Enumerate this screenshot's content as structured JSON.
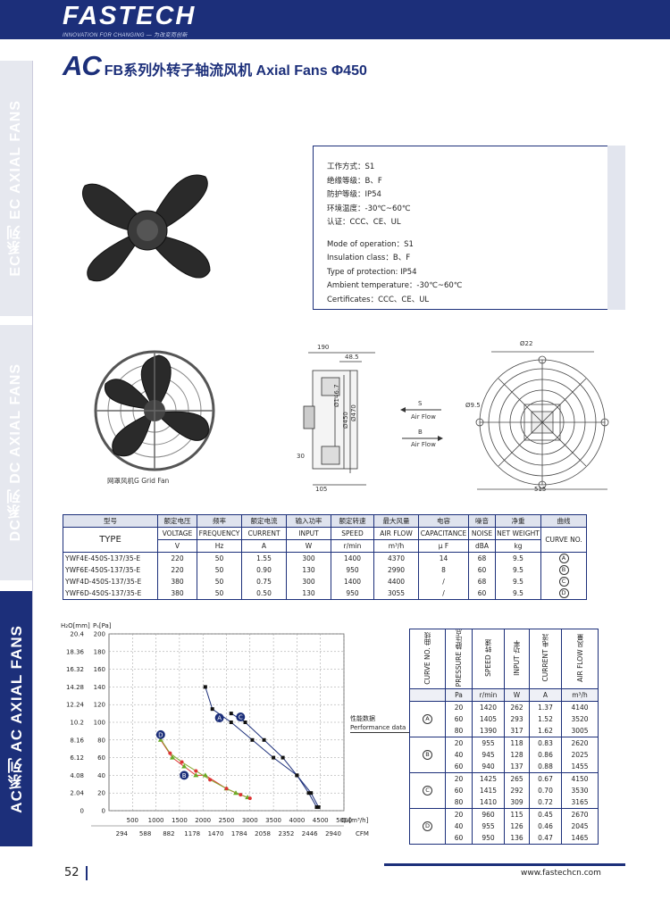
{
  "header": {
    "logo": "FASTECH",
    "slogan": "INNOVATION FOR CHANGING  — 为改变而创新",
    "title_ac": "AC",
    "title_rest": "FB系列外转子轴流风机 Axial Fans Φ450"
  },
  "side_tabs": {
    "ec": "EC系列  EC AXIAL FANS",
    "dc": "DC系列  DC AXIAL FANS",
    "ac": "AC系列  AC AXIAL FANS"
  },
  "spec": {
    "cn": [
      "工作方式：S1",
      "绝缘等级：B、F",
      "防护等级：IP54",
      "环境温度：-30℃~60℃",
      "认证：CCC、CE、UL"
    ],
    "en": [
      "Mode of operation：S1",
      "Insulation class：B、F",
      "Type of protection: IP54",
      "Ambient temperature：-30℃~60℃",
      "Certificates：CCC、CE、UL"
    ]
  },
  "grid_fan_caption": "网罩风机G Grid Fan",
  "drawing": {
    "d190": "190",
    "d48_5": "48.5",
    "d146_7": "Ø146.7",
    "d450": "Ø450",
    "d470": "Ø470",
    "d30": "30",
    "d105": "105",
    "s_label": "S",
    "s_flow": "Air Flow",
    "b_label": "B",
    "b_flow": "Air Flow",
    "d22": "Ø22",
    "d9_5": "Ø9.5",
    "d515": "515"
  },
  "models_table": {
    "header_cn": [
      "型号",
      "额定电压",
      "频率",
      "额定电流",
      "输入功率",
      "额定转速",
      "最大风量",
      "电容",
      "噪音",
      "净重",
      "曲线"
    ],
    "header_en": [
      "TYPE",
      "VOLTAGE",
      "FREQUENCY",
      "CURRENT",
      "INPUT",
      "SPEED",
      "AIR FLOW",
      "CAPACITANCE",
      "NOISE",
      "NET WEIGHT",
      "CURVE NO."
    ],
    "units": [
      "V",
      "Hz",
      "A",
      "W",
      "r/min",
      "m³/h",
      "μ F",
      "dBA",
      "kg"
    ],
    "rows": [
      [
        "YWF4E-450S-137/35-E",
        "220",
        "50",
        "1.55",
        "300",
        "1400",
        "4370",
        "14",
        "68",
        "9.5",
        "A"
      ],
      [
        "YWF6E-450S-137/35-E",
        "220",
        "50",
        "0.90",
        "130",
        "950",
        "2990",
        "8",
        "60",
        "9.5",
        "B"
      ],
      [
        "YWF4D-450S-137/35-E",
        "380",
        "50",
        "0.75",
        "300",
        "1400",
        "4400",
        "/",
        "68",
        "9.5",
        "C"
      ],
      [
        "YWF6D-450S-137/35-E",
        "380",
        "50",
        "0.50",
        "130",
        "950",
        "3055",
        "/",
        "60",
        "9.5",
        "D"
      ]
    ]
  },
  "perf_label": {
    "cn": "性能数据",
    "en": "Performance data"
  },
  "chart_data": {
    "type": "line",
    "title": "",
    "ylabel_left": "H₂O[mm]",
    "ylabel_right": "Pₛ[Pa]",
    "xlabel": "Qᵥ[m³/h]",
    "xlabel2": "CFM",
    "x_ticks": [
      "500",
      "1000",
      "1500",
      "2000",
      "2500",
      "3000",
      "3500",
      "4000",
      "4500",
      "5000"
    ],
    "cfm_ticks": [
      "294",
      "588",
      "882",
      "1178",
      "1470",
      "1784",
      "2058",
      "2352",
      "2446",
      "2940"
    ],
    "y_ticks_pa": [
      "0",
      "20",
      "40",
      "60",
      "80",
      "100",
      "120",
      "140",
      "160",
      "180",
      "200"
    ],
    "y_ticks_mm": [
      "0",
      "2.04",
      "4.08",
      "6.12",
      "8.16",
      "10.2",
      "12.24",
      "14.28",
      "16.32",
      "18.36",
      "20.4"
    ],
    "xlim": [
      0,
      5000
    ],
    "ylim": [
      0,
      200
    ],
    "grid": true,
    "series": [
      {
        "name": "A",
        "color": "#1c2f7a",
        "marker": "square",
        "x": [
          2050,
          2200,
          2600,
          3050,
          3500,
          4000,
          4250,
          4420
        ],
        "y": [
          140,
          115,
          100,
          80,
          60,
          40,
          20,
          4
        ]
      },
      {
        "name": "C",
        "color": "#1c2f7a",
        "marker": "square",
        "x": [
          2600,
          2900,
          3300,
          3700,
          4000,
          4300,
          4460
        ],
        "y": [
          110,
          100,
          80,
          60,
          40,
          20,
          4
        ]
      },
      {
        "name": "B",
        "color": "#d33",
        "marker": "triangle",
        "x": [
          1100,
          1350,
          1600,
          1850,
          2050,
          2500,
          2700,
          2950
        ],
        "y": [
          80,
          60,
          50,
          40,
          40,
          25,
          20,
          15
        ]
      },
      {
        "name": "D",
        "color": "#8a3",
        "marker": "dot",
        "x": [
          1050,
          1300,
          1550,
          1850,
          2150,
          2500,
          2800,
          3000
        ],
        "y": [
          85,
          65,
          55,
          45,
          35,
          25,
          18,
          14
        ]
      }
    ],
    "labels": [
      {
        "text": "A",
        "x": 2350,
        "y": 105
      },
      {
        "text": "C",
        "x": 2800,
        "y": 106
      },
      {
        "text": "D",
        "x": 1100,
        "y": 86
      },
      {
        "text": "B",
        "x": 1600,
        "y": 40
      }
    ]
  },
  "perf_table": {
    "headers": [
      "CURVE NO. 曲线",
      "PRESSURE 静压点",
      "SPEED 转速",
      "INPUT 功率",
      "CURRENT 电流",
      "AIR FLOW 风量"
    ],
    "units": [
      "",
      "Pa",
      "r/min",
      "W",
      "A",
      "m³/h"
    ],
    "groups": [
      {
        "curve": "A",
        "rows": [
          [
            "20",
            "1420",
            "262",
            "1.37",
            "4140"
          ],
          [
            "60",
            "1405",
            "293",
            "1.52",
            "3520"
          ],
          [
            "80",
            "1390",
            "317",
            "1.62",
            "3005"
          ]
        ]
      },
      {
        "curve": "B",
        "rows": [
          [
            "20",
            "955",
            "118",
            "0.83",
            "2620"
          ],
          [
            "40",
            "945",
            "128",
            "0.86",
            "2025"
          ],
          [
            "60",
            "940",
            "137",
            "0.88",
            "1455"
          ]
        ]
      },
      {
        "curve": "C",
        "rows": [
          [
            "20",
            "1425",
            "265",
            "0.67",
            "4150"
          ],
          [
            "60",
            "1415",
            "292",
            "0.70",
            "3530"
          ],
          [
            "80",
            "1410",
            "309",
            "0.72",
            "3165"
          ]
        ]
      },
      {
        "curve": "D",
        "rows": [
          [
            "20",
            "960",
            "115",
            "0.45",
            "2670"
          ],
          [
            "40",
            "955",
            "126",
            "0.46",
            "2045"
          ],
          [
            "60",
            "950",
            "136",
            "0.47",
            "1465"
          ]
        ]
      }
    ]
  },
  "footer": {
    "page": "52",
    "website": "www.fastechcn.com"
  }
}
